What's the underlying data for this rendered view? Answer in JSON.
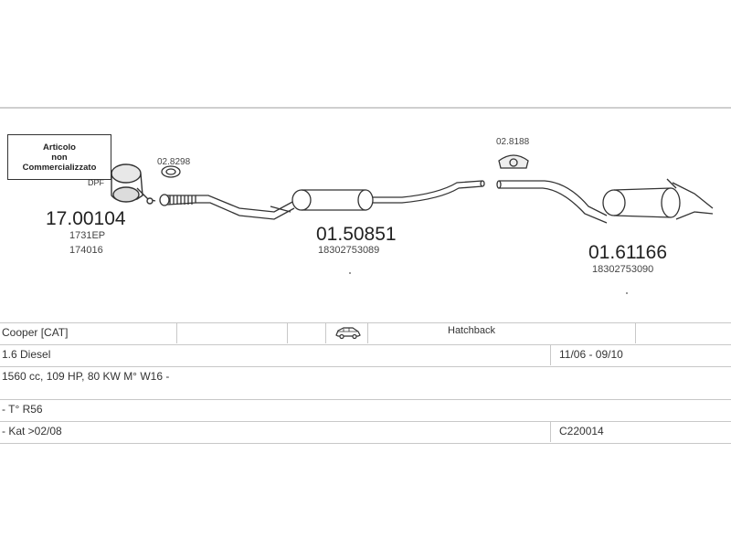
{
  "notice": {
    "line1": "Articolo",
    "line2": "non",
    "line3": "Commercializzato"
  },
  "parts": {
    "cat": {
      "code": "17.00104",
      "ref1": "1731EP",
      "ref2": "174016",
      "dpf_label": "DPF"
    },
    "gasket": {
      "code": "02.8298"
    },
    "mid": {
      "code": "01.50851",
      "ref": "18302753089"
    },
    "mount": {
      "code": "02.8188"
    },
    "rear": {
      "code": "01.61166",
      "ref": "18302753090"
    }
  },
  "table": {
    "row1": {
      "model": "Cooper  [CAT]",
      "body_icon": "car-icon",
      "body_type": "Hatchback"
    },
    "row2": {
      "engine": "1.6 Diesel",
      "period": "11/06 - 09/10"
    },
    "row3": {
      "specs": "1560 cc, 109 HP, 80 KW M° W16 -"
    },
    "row4": {
      "chassis": "- T° R56"
    },
    "row5": {
      "note": "- Kat >02/08",
      "ref": "C220014"
    }
  },
  "colors": {
    "line": "#333333",
    "grid": "#c8c8c8"
  }
}
